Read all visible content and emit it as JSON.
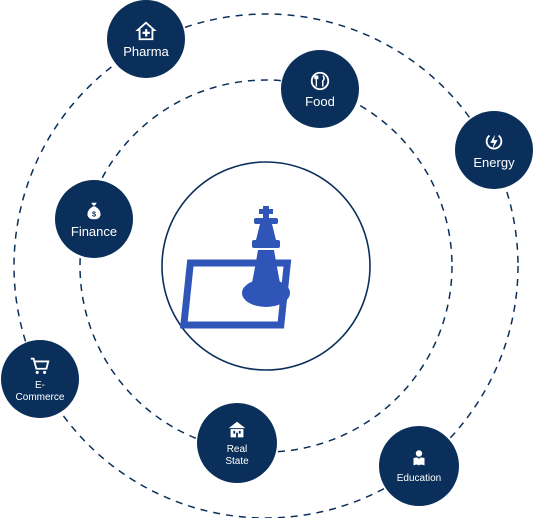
{
  "center": {
    "icon": "chess-king-icon"
  },
  "nodes": {
    "pharma": {
      "label": "Pharma",
      "icon": "pharma-house-icon"
    },
    "food": {
      "label": "Food",
      "icon": "food-icon"
    },
    "energy": {
      "label": "Energy",
      "icon": "lightning-icon"
    },
    "finance": {
      "label": "Finance",
      "icon": "money-bag-icon"
    },
    "ecommerce": {
      "label": "E-\nCommerce",
      "icon": "cart-icon"
    },
    "realstate": {
      "label": "Real\nState",
      "icon": "building-icon"
    },
    "education": {
      "label": "Education",
      "icon": "reader-icon"
    }
  },
  "colors": {
    "primary": "#0b2f5b",
    "accent": "#2f55b8",
    "background": "#ffffff"
  }
}
